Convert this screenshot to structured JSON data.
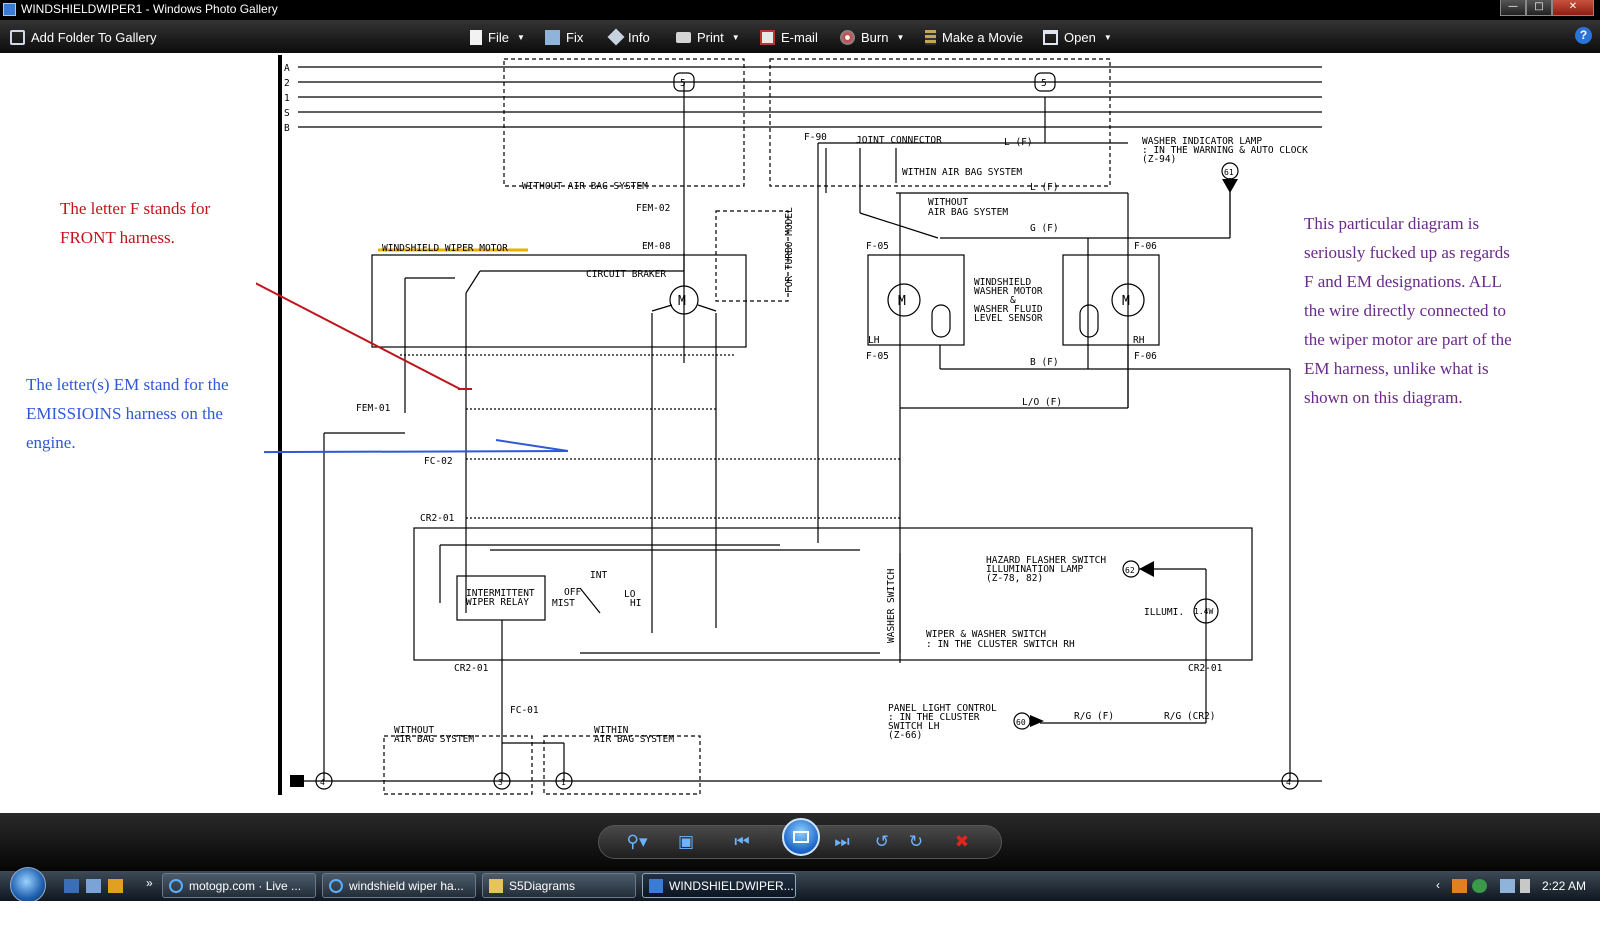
{
  "window": {
    "title": "WINDSHIELDWIPER1 - Windows Photo Gallery",
    "controls": [
      "minimize",
      "maximize",
      "close"
    ]
  },
  "toolbar": {
    "add_folder": "Add Folder To Gallery",
    "file": "File",
    "fix": "Fix",
    "info": "Info",
    "print": "Print",
    "email": "E-mail",
    "burn": "Burn",
    "movie": "Make a Movie",
    "open": "Open",
    "help": "?"
  },
  "annotations": {
    "f_note": "The letter F stands for FRONT harness.",
    "em_note": "The letter(s) EM stand for the EMISSIOINS harness on the engine.",
    "right_note": "This particular diagram is seriously fucked up as regards F and EM designations. ALL the wire directly connected to the wiper motor are part of the EM harness, unlike what is shown on this diagram."
  },
  "diagram": {
    "rails": [
      "A",
      "2",
      "1",
      "S",
      "B"
    ],
    "fuse_left": "5",
    "fuse_right": "5",
    "without_air_bag": "WITHOUT AIR BAG SYSTEM",
    "within_air_bag": "WITHIN AIR BAG SYSTEM",
    "joint_connector": "JOINT CONNECTOR",
    "washer_indicator_1": "WASHER INDICATOR LAMP",
    "washer_indicator_2": ": IN THE WARNING & AUTO CLOCK",
    "washer_indicator_3": "(Z-94)",
    "node_61": "61",
    "node_62": "62",
    "node_60": "60",
    "wiper_motor": "WINDSHIELD WIPER MOTOR",
    "circuit_breaker": "CIRCUIT BRAKER",
    "turbo_model": "FOR TURBO MODEL",
    "washer_motor_1": "WINDSHIELD",
    "washer_motor_2": "WASHER MOTOR",
    "washer_motor_3": "&",
    "washer_motor_4": "WASHER FLUID",
    "washer_motor_5": "LEVEL SENSOR",
    "without_air_bag_2a": "WITHOUT",
    "without_air_bag_2b": "AIR BAG SYSTEM",
    "lh": "LH",
    "rh": "RH",
    "motor": "M",
    "conn_f90": "F-90",
    "conn_f05": "F-05",
    "conn_f06": "F-06",
    "conn_fem02": "FEM-02",
    "conn_em08": "EM-08",
    "conn_fem01": "FEM-01",
    "conn_fc02": "FC-02",
    "conn_cr201": "CR2-01",
    "conn_fc01": "FC-01",
    "wire_L_F": "L (F)",
    "wire_G_F": "G (F)",
    "wire_B_F": "B (F)",
    "wire_LO_F": "L/O (F)",
    "wire_RG_F": "R/G (F)",
    "wire_RG_CR2": "R/G (CR2)",
    "intermittent_relay_1": "INTERMITTENT",
    "intermittent_relay_2": "WIPER RELAY",
    "int": "INT",
    "off": "OFF",
    "mist": "MIST",
    "lo": "LO",
    "hi": "HI",
    "washer_switch": "WASHER SWITCH",
    "hazard_1": "HAZARD FLASHER SWITCH",
    "hazard_2": "ILLUMINATION LAMP",
    "hazard_3": "(Z-78, 82)",
    "illumi": "ILLUMI.",
    "bulb": "1.4W",
    "wiper_washer_1": "WIPER & WASHER SWITCH",
    "wiper_washer_2": ": IN THE CLUSTER SWITCH RH",
    "panel_1": "PANEL LIGHT CONTROL",
    "panel_2": ": IN THE CLUSTER",
    "panel_3": "SWITCH LH",
    "panel_4": "(Z-66)",
    "without_bottom_1": "WITHOUT",
    "without_bottom_2": "AIR BAG SYSTEM",
    "within_bottom_1": "WITHIN",
    "within_bottom_2": "AIR BAG SYSTEM",
    "ground_4": "4",
    "ground_3": "3",
    "ground_1": "1"
  },
  "taskbar": {
    "tasks": [
      "motogp.com · Live ...",
      "windshield wiper ha...",
      "S5Diagrams",
      "WINDSHIELDWIPER..."
    ],
    "overflow": "»",
    "tray_arrow": "‹",
    "clock": "2:22 AM"
  }
}
